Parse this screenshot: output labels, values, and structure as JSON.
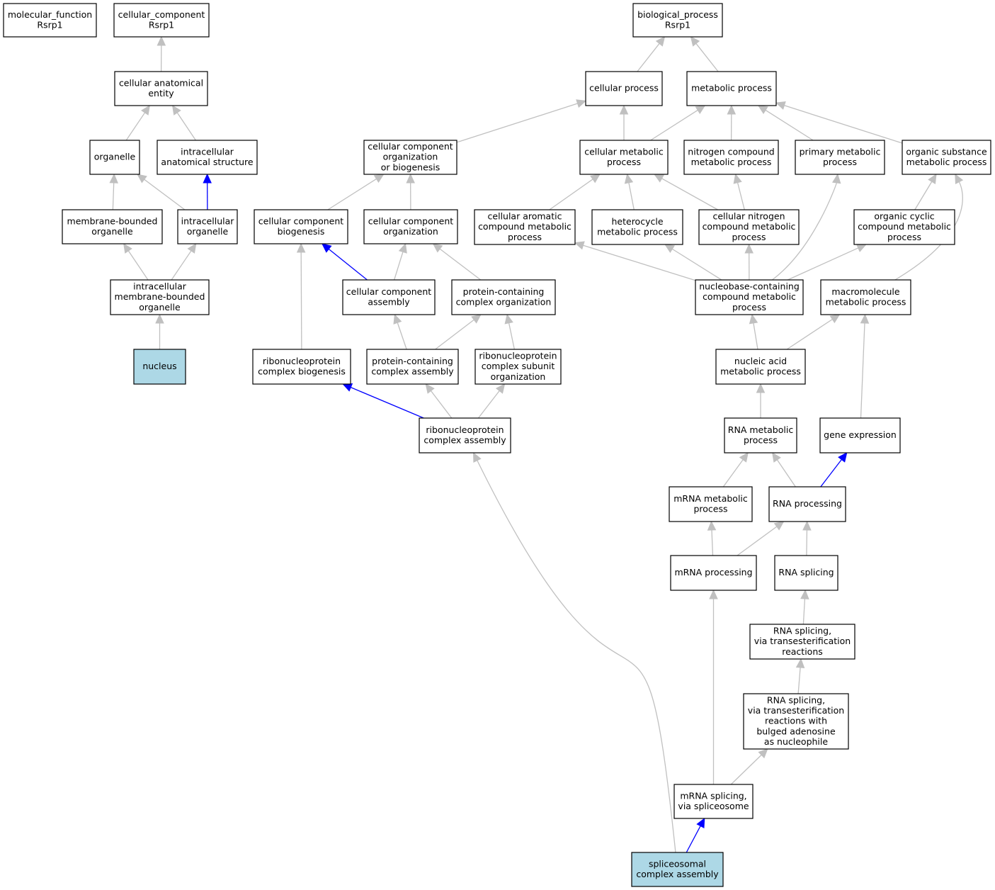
{
  "colors": {
    "background": "#ffffff",
    "node_fill": "#ffffff",
    "node_highlight_fill": "#add8e6",
    "node_border": "#000000",
    "edge_default": "#c0c0c0",
    "edge_highlight": "#0000ff"
  },
  "nodes": [
    {
      "id": "molecular_function",
      "lines": [
        "molecular_function",
        "Rsrp1"
      ]
    },
    {
      "id": "cellular_component",
      "lines": [
        "cellular_component",
        "Rsrp1"
      ]
    },
    {
      "id": "biological_process",
      "lines": [
        "biological_process",
        "Rsrp1"
      ]
    },
    {
      "id": "cellular_anatomical_entity",
      "lines": [
        "cellular anatomical",
        "entity"
      ]
    },
    {
      "id": "cellular_process",
      "lines": [
        "cellular process"
      ]
    },
    {
      "id": "metabolic_process",
      "lines": [
        "metabolic process"
      ]
    },
    {
      "id": "organelle",
      "lines": [
        "organelle"
      ]
    },
    {
      "id": "intracellular_anatomical_structure",
      "lines": [
        "intracellular",
        "anatomical structure"
      ]
    },
    {
      "id": "ccob",
      "lines": [
        "cellular component",
        "organization",
        "or biogenesis"
      ]
    },
    {
      "id": "cellular_metabolic_process",
      "lines": [
        "cellular metabolic",
        "process"
      ]
    },
    {
      "id": "nitrogen_compound_mp",
      "lines": [
        "nitrogen compound",
        "metabolic process"
      ]
    },
    {
      "id": "primary_mp",
      "lines": [
        "primary metabolic",
        "process"
      ]
    },
    {
      "id": "organic_substance_mp",
      "lines": [
        "organic substance",
        "metabolic process"
      ]
    },
    {
      "id": "membrane_bounded_organelle",
      "lines": [
        "membrane-bounded",
        "organelle"
      ]
    },
    {
      "id": "intracellular_organelle",
      "lines": [
        "intracellular",
        "organelle"
      ]
    },
    {
      "id": "cc_biogenesis",
      "lines": [
        "cellular component",
        "biogenesis"
      ]
    },
    {
      "id": "cc_organization",
      "lines": [
        "cellular component",
        "organization"
      ]
    },
    {
      "id": "cellular_aromatic",
      "lines": [
        "cellular aromatic",
        "compound metabolic",
        "process"
      ]
    },
    {
      "id": "heterocycle_mp",
      "lines": [
        "heterocycle",
        "metabolic process"
      ]
    },
    {
      "id": "cellular_nitrogen",
      "lines": [
        "cellular nitrogen",
        "compound metabolic",
        "process"
      ]
    },
    {
      "id": "organic_cyclic",
      "lines": [
        "organic cyclic",
        "compound metabolic",
        "process"
      ]
    },
    {
      "id": "intracellular_mbo",
      "lines": [
        "intracellular",
        "membrane-bounded",
        "organelle"
      ]
    },
    {
      "id": "cc_assembly",
      "lines": [
        "cellular component",
        "assembly"
      ]
    },
    {
      "id": "pc_organization",
      "lines": [
        "protein-containing",
        "complex organization"
      ]
    },
    {
      "id": "nucleobase",
      "lines": [
        "nucleobase-containing",
        "compound metabolic",
        "process"
      ]
    },
    {
      "id": "macromolecule_mp",
      "lines": [
        "macromolecule",
        "metabolic process"
      ]
    },
    {
      "id": "nucleus",
      "lines": [
        "nucleus"
      ],
      "highlight": true
    },
    {
      "id": "rnp_biogenesis",
      "lines": [
        "ribonucleoprotein",
        "complex biogenesis"
      ]
    },
    {
      "id": "pc_assembly",
      "lines": [
        "protein-containing",
        "complex assembly"
      ]
    },
    {
      "id": "rnp_subunit_org",
      "lines": [
        "ribonucleoprotein",
        "complex subunit",
        "organization"
      ]
    },
    {
      "id": "nucleic_acid_mp",
      "lines": [
        "nucleic acid",
        "metabolic process"
      ]
    },
    {
      "id": "rnp_assembly",
      "lines": [
        "ribonucleoprotein",
        "complex assembly"
      ]
    },
    {
      "id": "rna_mp",
      "lines": [
        "RNA metabolic",
        "process"
      ]
    },
    {
      "id": "gene_expression",
      "lines": [
        "gene expression"
      ]
    },
    {
      "id": "mrna_mp",
      "lines": [
        "mRNA metabolic",
        "process"
      ]
    },
    {
      "id": "rna_processing",
      "lines": [
        "RNA processing"
      ]
    },
    {
      "id": "mrna_processing",
      "lines": [
        "mRNA processing"
      ]
    },
    {
      "id": "rna_splicing",
      "lines": [
        "RNA splicing"
      ]
    },
    {
      "id": "rna_splicing_trans",
      "lines": [
        "RNA splicing,",
        "via transesterification",
        "reactions"
      ]
    },
    {
      "id": "rna_splicing_bulged",
      "lines": [
        "RNA splicing,",
        "via transesterification",
        "reactions with",
        "bulged adenosine",
        "as nucleophile"
      ]
    },
    {
      "id": "mrna_splicing",
      "lines": [
        "mRNA splicing,",
        "via spliceosome"
      ]
    },
    {
      "id": "spliceosomal",
      "lines": [
        "spliceosomal",
        "complex assembly"
      ],
      "highlight": true
    }
  ],
  "edges": [
    {
      "from": "cellular_anatomical_entity",
      "to": "cellular_component"
    },
    {
      "from": "organelle",
      "to": "cellular_anatomical_entity"
    },
    {
      "from": "intracellular_anatomical_structure",
      "to": "cellular_anatomical_entity"
    },
    {
      "from": "membrane_bounded_organelle",
      "to": "organelle"
    },
    {
      "from": "intracellular_organelle",
      "to": "organelle"
    },
    {
      "from": "intracellular_organelle",
      "to": "intracellular_anatomical_structure",
      "highlight": true
    },
    {
      "from": "intracellular_mbo",
      "to": "membrane_bounded_organelle"
    },
    {
      "from": "intracellular_mbo",
      "to": "intracellular_organelle"
    },
    {
      "from": "nucleus",
      "to": "intracellular_mbo"
    },
    {
      "from": "cellular_process",
      "to": "biological_process"
    },
    {
      "from": "metabolic_process",
      "to": "biological_process"
    },
    {
      "from": "ccob",
      "to": "cellular_process"
    },
    {
      "from": "cellular_metabolic_process",
      "to": "cellular_process"
    },
    {
      "from": "cellular_metabolic_process",
      "to": "metabolic_process"
    },
    {
      "from": "nitrogen_compound_mp",
      "to": "metabolic_process"
    },
    {
      "from": "primary_mp",
      "to": "metabolic_process"
    },
    {
      "from": "organic_substance_mp",
      "to": "metabolic_process"
    },
    {
      "from": "cc_biogenesis",
      "to": "ccob"
    },
    {
      "from": "cc_organization",
      "to": "ccob"
    },
    {
      "from": "cellular_aromatic",
      "to": "cellular_metabolic_process"
    },
    {
      "from": "heterocycle_mp",
      "to": "cellular_metabolic_process"
    },
    {
      "from": "cellular_nitrogen",
      "to": "cellular_metabolic_process"
    },
    {
      "from": "cellular_nitrogen",
      "to": "nitrogen_compound_mp"
    },
    {
      "from": "organic_cyclic",
      "to": "organic_substance_mp"
    },
    {
      "from": "cc_assembly",
      "to": "cc_biogenesis",
      "highlight": true
    },
    {
      "from": "cc_assembly",
      "to": "cc_organization"
    },
    {
      "from": "pc_organization",
      "to": "cc_organization"
    },
    {
      "from": "nucleobase",
      "to": "cellular_aromatic"
    },
    {
      "from": "nucleobase",
      "to": "heterocycle_mp"
    },
    {
      "from": "nucleobase",
      "to": "cellular_nitrogen"
    },
    {
      "from": "nucleobase",
      "to": "organic_cyclic"
    },
    {
      "from": "nucleobase",
      "to": "primary_mp",
      "curve": [
        1181,
        260,
        1150,
        350
      ]
    },
    {
      "from": "macromolecule_mp",
      "to": "organic_substance_mp",
      "curve": [
        1355,
        258,
        1390,
        320
      ]
    },
    {
      "from": "rnp_biogenesis",
      "to": "cc_biogenesis"
    },
    {
      "from": "pc_assembly",
      "to": "cc_assembly"
    },
    {
      "from": "pc_assembly",
      "to": "pc_organization"
    },
    {
      "from": "rnp_subunit_org",
      "to": "pc_organization"
    },
    {
      "from": "nucleic_acid_mp",
      "to": "nucleobase"
    },
    {
      "from": "nucleic_acid_mp",
      "to": "macromolecule_mp"
    },
    {
      "from": "rnp_assembly",
      "to": "rnp_biogenesis",
      "highlight": true
    },
    {
      "from": "rnp_assembly",
      "to": "pc_assembly"
    },
    {
      "from": "rnp_assembly",
      "to": "rnp_subunit_org"
    },
    {
      "from": "rna_mp",
      "to": "nucleic_acid_mp"
    },
    {
      "from": "gene_expression",
      "to": "macromolecule_mp"
    },
    {
      "from": "mrna_mp",
      "to": "rna_mp"
    },
    {
      "from": "rna_processing",
      "to": "rna_mp"
    },
    {
      "from": "rna_processing",
      "to": "gene_expression",
      "highlight": true
    },
    {
      "from": "mrna_processing",
      "to": "mrna_mp"
    },
    {
      "from": "mrna_processing",
      "to": "rna_processing"
    },
    {
      "from": "rna_splicing",
      "to": "rna_processing"
    },
    {
      "from": "rna_splicing_trans",
      "to": "rna_splicing"
    },
    {
      "from": "rna_splicing_bulged",
      "to": "rna_splicing_trans"
    },
    {
      "from": "mrna_splicing",
      "to": "mrna_processing"
    },
    {
      "from": "mrna_splicing",
      "to": "rna_splicing_bulged"
    },
    {
      "from": "spliceosomal",
      "to": "mrna_splicing",
      "highlight": true
    },
    {
      "from": "spliceosomal",
      "to": "rnp_assembly",
      "curve": [
        905,
        1120,
        905,
        740
      ]
    }
  ]
}
